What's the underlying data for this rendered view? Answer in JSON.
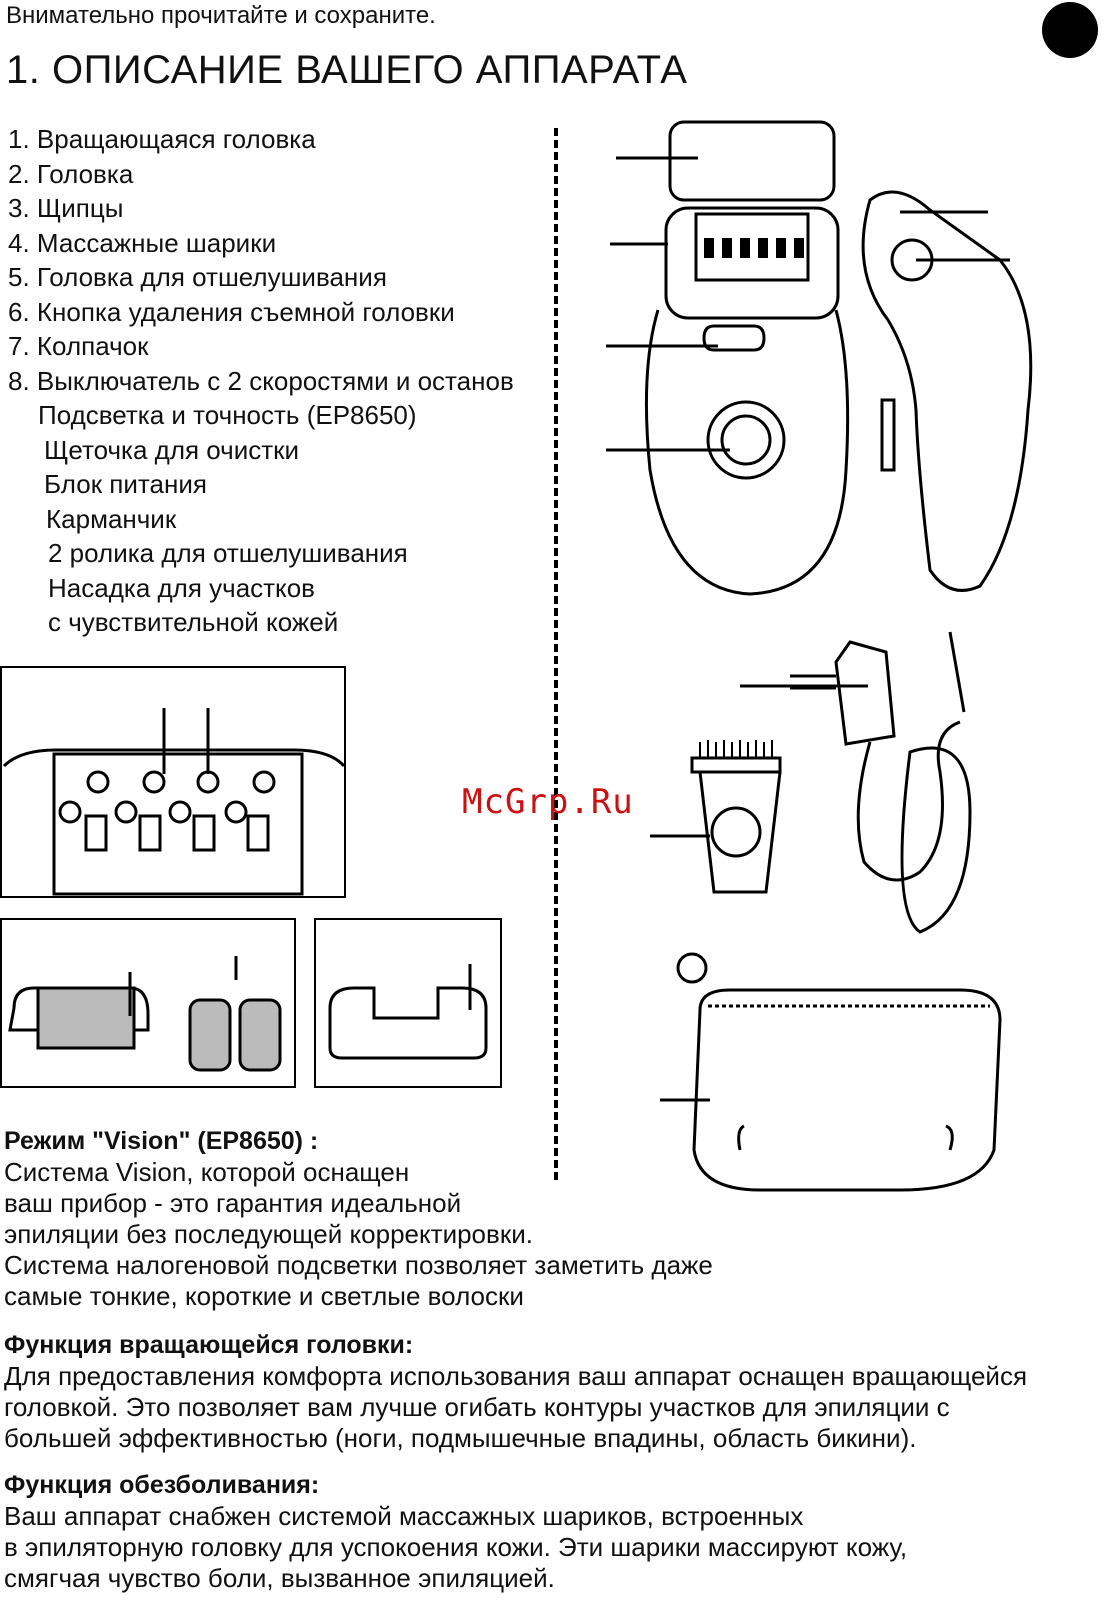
{
  "header": {
    "intro": "Внимательно прочитайте и сохраните.",
    "title": "1. ОПИСАНИЕ ВАШЕГО АППАРАТА"
  },
  "parts": [
    "1. Вращающаяся головка",
    "2. Головка",
    "3. Щипцы",
    "4. Массажные шарики",
    "5. Головка для отшелушивания",
    "6. Кнопка удаления съемной головки",
    "7. Колпачок",
    "8. Выключатель с 2 скоростями и останов",
    "Подсветка и точность (EP8650)",
    "Щеточка для очистки",
    "Блок питания",
    "Карманчик",
    "2 ролика для отшелушивания",
    "Насадка для участков",
    "с чувствительной кожей"
  ],
  "watermark": "McGrp.Ru",
  "vision": {
    "heading": "Режим \"Vision\" (EP8650) :",
    "lines": [
      "Система Vision, которой оснащен",
      "ваш прибор - это гарантия идеальной",
      "эпиляции без последующей корректировки.",
      "Система налогеновой подсветки позволяет заметить даже",
      "самые тонкие, короткие и светлые волоски"
    ]
  },
  "rotating": {
    "heading": "Функция вращающейся головки:",
    "lines": [
      "Для предоставления комфорта использования ваш аппарат оснащен вращающейся",
      "головкой. Это позволяет вам лучше огибать контуры участков для эпиляции с",
      "большей эффективностью (ноги, подмышечные впадины, область бикини)."
    ]
  },
  "painless": {
    "heading": "Функция обезболивания:",
    "lines": [
      "Ваш аппарат снабжен системой массажных шариков, встроенных",
      "в эпиляторную головку для успокоения кожи. Эти шарики массируют кожу,",
      "смягчая чувство боли, вызванное эпиляцией."
    ]
  }
}
